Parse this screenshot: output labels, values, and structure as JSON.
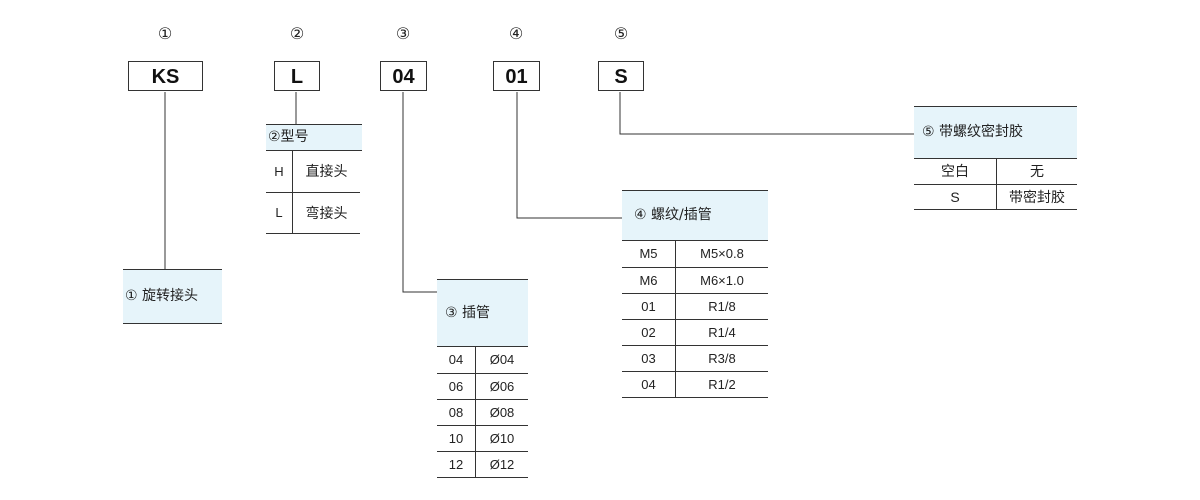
{
  "code_positions": [
    {
      "marker": "①",
      "code": "KS"
    },
    {
      "marker": "②",
      "code": "L"
    },
    {
      "marker": "③",
      "code": "04"
    },
    {
      "marker": "④",
      "code": "01"
    },
    {
      "marker": "⑤",
      "code": "S"
    }
  ],
  "section1": {
    "title": "① 旋转接头"
  },
  "section2": {
    "title": "②型号",
    "rows": [
      {
        "code": "H",
        "desc": "直接头"
      },
      {
        "code": "L",
        "desc": "弯接头"
      }
    ]
  },
  "section3": {
    "title": "③ 插管",
    "rows": [
      {
        "code": "04",
        "desc": "Ø04"
      },
      {
        "code": "06",
        "desc": "Ø06"
      },
      {
        "code": "08",
        "desc": "Ø08"
      },
      {
        "code": "10",
        "desc": "Ø10"
      },
      {
        "code": "12",
        "desc": "Ø12"
      }
    ]
  },
  "section4": {
    "title": "④  螺纹/插管",
    "rows": [
      {
        "code": "M5",
        "desc": "M5×0.8"
      },
      {
        "code": "M6",
        "desc": "M6×1.0"
      },
      {
        "code": "01",
        "desc": "R1/8"
      },
      {
        "code": "02",
        "desc": "R1/4"
      },
      {
        "code": "03",
        "desc": "R3/8"
      },
      {
        "code": "04",
        "desc": "R1/2"
      }
    ]
  },
  "section5": {
    "title": "⑤ 带螺纹密封胶",
    "rows": [
      {
        "code": "空白",
        "desc": "无"
      },
      {
        "code": "S",
        "desc": "带密封胶"
      }
    ]
  },
  "colors": {
    "header_bg": "#e6f4fa",
    "line": "#333333"
  }
}
